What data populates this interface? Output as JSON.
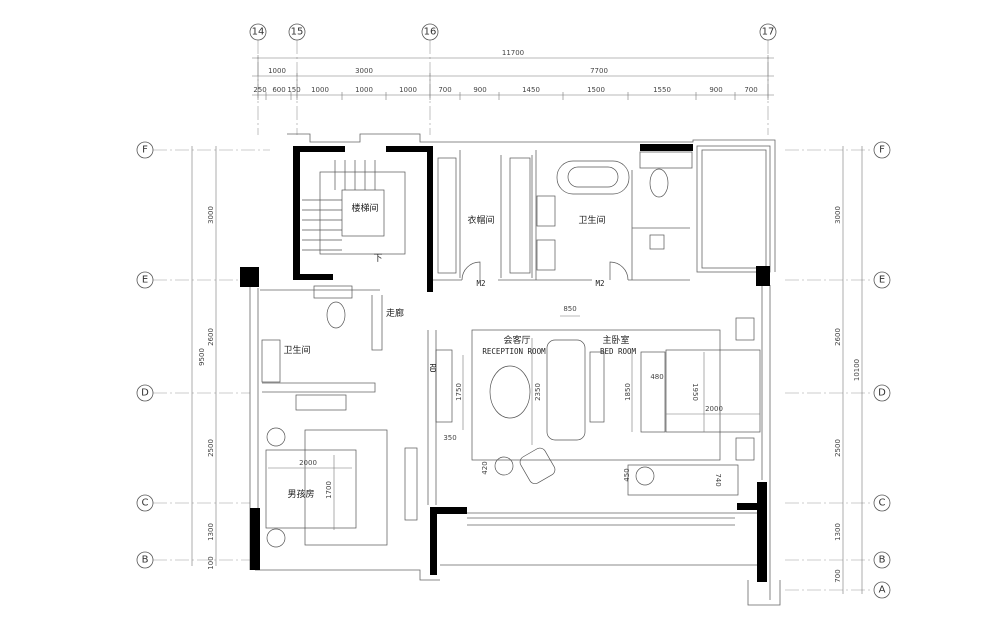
{
  "grid_axes": {
    "columns": [
      "14",
      "15",
      "16",
      "17"
    ],
    "rows_left": [
      "F",
      "E",
      "D",
      "C",
      "B"
    ],
    "rows_right": [
      "F",
      "E",
      "D",
      "C",
      "B",
      "A"
    ]
  },
  "dimensions": {
    "top_total": "11700",
    "top_middle": [
      "1000",
      "3000",
      "7700"
    ],
    "top_detail": [
      "250",
      "600",
      "150",
      "1000",
      "1000",
      "1000",
      "700",
      "900",
      "1450",
      "1500",
      "1550",
      "900",
      "700"
    ],
    "left_total": "9500",
    "left_detail": [
      "3000",
      "2600",
      "2500",
      "1300",
      "100"
    ],
    "right_total": "10100",
    "right_detail": [
      "3000",
      "2600",
      "2500",
      "1300",
      "700"
    ],
    "interior": {
      "sofa_gap": "850",
      "tv_wall": "1750",
      "sofa_len": "2350",
      "bed_area": "1850",
      "bench": "480",
      "bed_width": "1950",
      "bed_length": "2000",
      "cabinet_depth": "350",
      "side_table": "420",
      "desk_chair": "450",
      "desk_depth": "740",
      "boy_bed_length": "2000",
      "boy_bed_width": "1700"
    }
  },
  "rooms": {
    "stair": "楼梯间",
    "down": "下",
    "closet": "衣帽间",
    "bath_master": "卫生间",
    "door_1": "M2",
    "door_2": "M2",
    "corridor": "走廊",
    "bath_guest": "卫生间",
    "reception_cn": "会客厅",
    "reception_en": "RECEPTION ROOM",
    "bedroom_cn": "主卧室",
    "bedroom_en": "BED ROOM",
    "boy_room": "男孩房",
    "rd_label": "RD"
  }
}
